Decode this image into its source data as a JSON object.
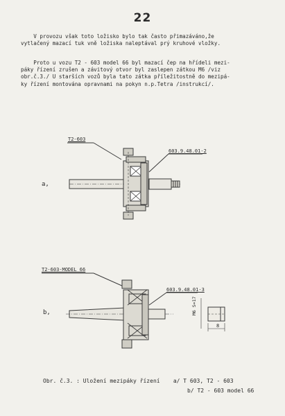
{
  "page_number": "22",
  "paragraphs": [
    {
      "lines": [
        "    V provozu však toto ložisko bylo tak často přimazáváno,že",
        "vytlačený mazací tuk vně ložiska naleptával prý kruhové vložky."
      ]
    },
    {
      "lines": [
        "    Proto u vozu T2 - 603 model 66 byl mazací čep na hřídeli mezi-",
        "páky řízení zrušen a závitový otvor byl zaslepen zátkou M6 /viz",
        "obr.č.3./ U starších vozů byla tato zátka příležitostně do mezipá-",
        "ky řízení montována opravnami na pokyn n.p.Tetra /instrukcí/."
      ]
    }
  ],
  "figure_a": {
    "model_label": "T2-603",
    "part_number": "603.9.48.01-2",
    "letter": "a,"
  },
  "figure_b": {
    "model_label": "T2-603-MODEL 66",
    "part_number": "603.9.48.01-3",
    "letter": "b,",
    "thread_label": "M6 S=17",
    "dim_label": "8"
  },
  "caption": {
    "line1": "Obr. č.3. : Uložení mezipáky řízení    a/ T 603, T2 - 603",
    "line2": "b/ T2 - 603 model 66"
  }
}
